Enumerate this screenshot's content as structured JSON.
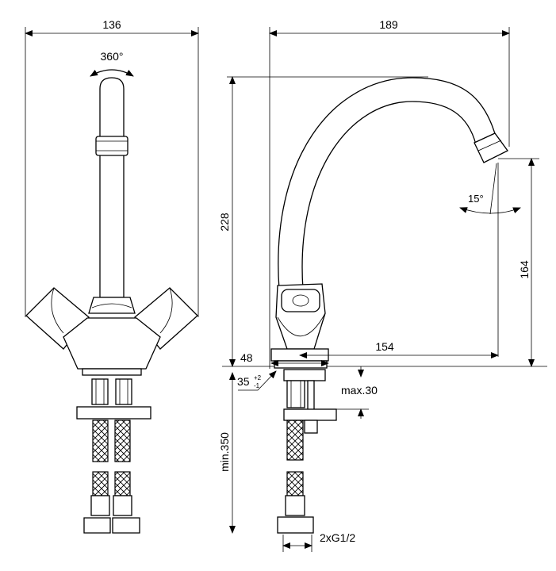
{
  "front_view": {
    "width_label": "136",
    "rotation_label": "360°"
  },
  "side_view": {
    "reach_label": "189",
    "height_label": "228",
    "outlet_height_label": "164",
    "angle_label": "15°",
    "base_diameter_label": "48",
    "spout_projection_label": "154",
    "hole_diameter_label": "35",
    "hole_tol_plus": "+2",
    "hole_tol_minus": "-1",
    "deck_thickness_label": "max.30",
    "hose_length_label": "min.350",
    "connection_label": "2xG1/2"
  }
}
